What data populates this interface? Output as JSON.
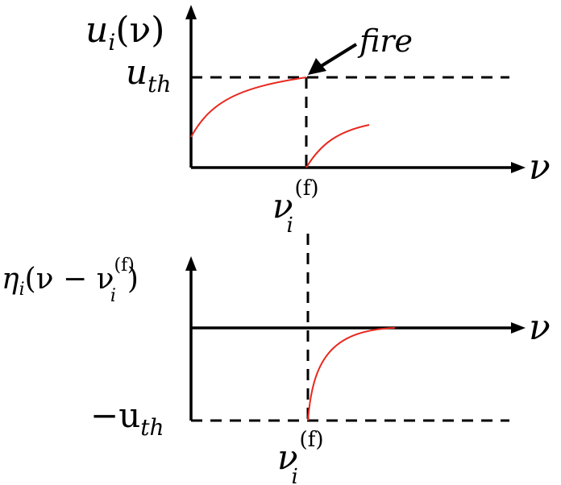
{
  "top_plot": {
    "y_label": {
      "base": "u",
      "sub": "i",
      "arg": "(ν)"
    },
    "x_label": "ν",
    "threshold_label": {
      "base": "u",
      "sub": "th"
    },
    "annotation": "fire",
    "fire_time_label": {
      "base": "ν",
      "sub": "i",
      "sup": "(f)"
    }
  },
  "bottom_plot": {
    "y_label": {
      "base": "η",
      "sub": "i",
      "open": "(ν − ν",
      "inner_sub": "i",
      "inner_sup": "(f)",
      "close": ")"
    },
    "x_label": "ν",
    "neg_threshold_label": {
      "base": "−u",
      "sub": "th"
    },
    "fire_time_label": {
      "base": "ν",
      "sub": "i",
      "sup": "(f)"
    }
  },
  "colors": {
    "axis": "#000000",
    "curve": "#e8281e",
    "background": "#ffffff"
  }
}
